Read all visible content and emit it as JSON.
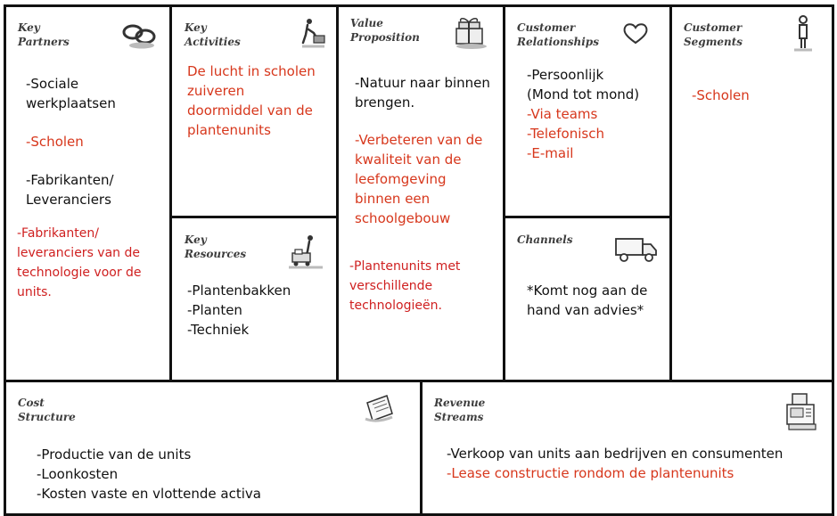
{
  "canvas": {
    "title": ""
  },
  "sections": {
    "key_partners": {
      "title": "Key\nPartners",
      "items": [
        {
          "text": "-Sociale\nwerkplaatsen",
          "color": "#111111"
        },
        {
          "text": "-Scholen",
          "color": "#d7371c"
        },
        {
          "text": "-Fabrikanten/\nLeveranciers",
          "color": "#111111"
        },
        {
          "text": "-Fabrikanten/\nleveranciers van de\ntechnologie voor de\nunits.",
          "color": "#cf1f1f"
        }
      ],
      "icon": "chain-link-icon"
    },
    "key_activities": {
      "title": "Key\nActivities",
      "items": [
        {
          "text": "De lucht in scholen\nzuiveren\ndoormiddel van de\nplantenunits",
          "color": "#d7371c"
        }
      ],
      "icon": "worker-push-icon"
    },
    "value_proposition": {
      "title": "Value\nProposition",
      "items": [
        {
          "text": "-Natuur naar binnen\nbrengen.",
          "color": "#111111"
        },
        {
          "text": "-Verbeteren van de\nkwaliteit van de\nleefomgeving\nbinnen een\nschoolgebouw",
          "color": "#d7371c"
        },
        {
          "text": "-Plantenunits met\nverschillende\ntechnologieën.",
          "color": "#cf1f1f"
        }
      ],
      "icon": "gift-box-icon"
    },
    "customer_relationships": {
      "title": "Customer\nRelationships",
      "items": [
        {
          "text": "-Persoonlijk\n(Mond tot mond)",
          "color": "#111111"
        },
        {
          "text": "-Via teams\n-Telefonisch\n-E-mail",
          "color": "#d7371c"
        }
      ],
      "icon": "heart-icon"
    },
    "customer_segments": {
      "title": "Customer\nSegments",
      "items": [
        {
          "text": "-Scholen",
          "color": "#d7371c"
        }
      ],
      "icon": "person-standing-icon"
    },
    "key_resources": {
      "title": "Key\nResources",
      "items": [
        {
          "text": "-Plantenbakken\n-Planten\n-Techniek",
          "color": "#111111"
        }
      ],
      "icon": "worker-cart-icon"
    },
    "channels": {
      "title": "Channels",
      "items": [
        {
          "text": "*Komt nog aan de\nhand van advies*",
          "color": "#111111"
        }
      ],
      "icon": "truck-icon"
    },
    "cost_structure": {
      "title": "Cost\nStructure",
      "items": [
        {
          "text": "-Productie van de units\n-Loonkosten\n-Kosten vaste en vlottende activa",
          "color": "#111111"
        }
      ],
      "icon": "receipt-icon"
    },
    "revenue_streams": {
      "title": "Revenue\nStreams",
      "items": [
        {
          "text": "-Verkoop van units aan bedrijven en consumenten",
          "color": "#111111"
        },
        {
          "text": "-Lease constructie rondom de plantenunits",
          "color": "#d7371c"
        }
      ],
      "icon": "cash-register-icon"
    }
  }
}
